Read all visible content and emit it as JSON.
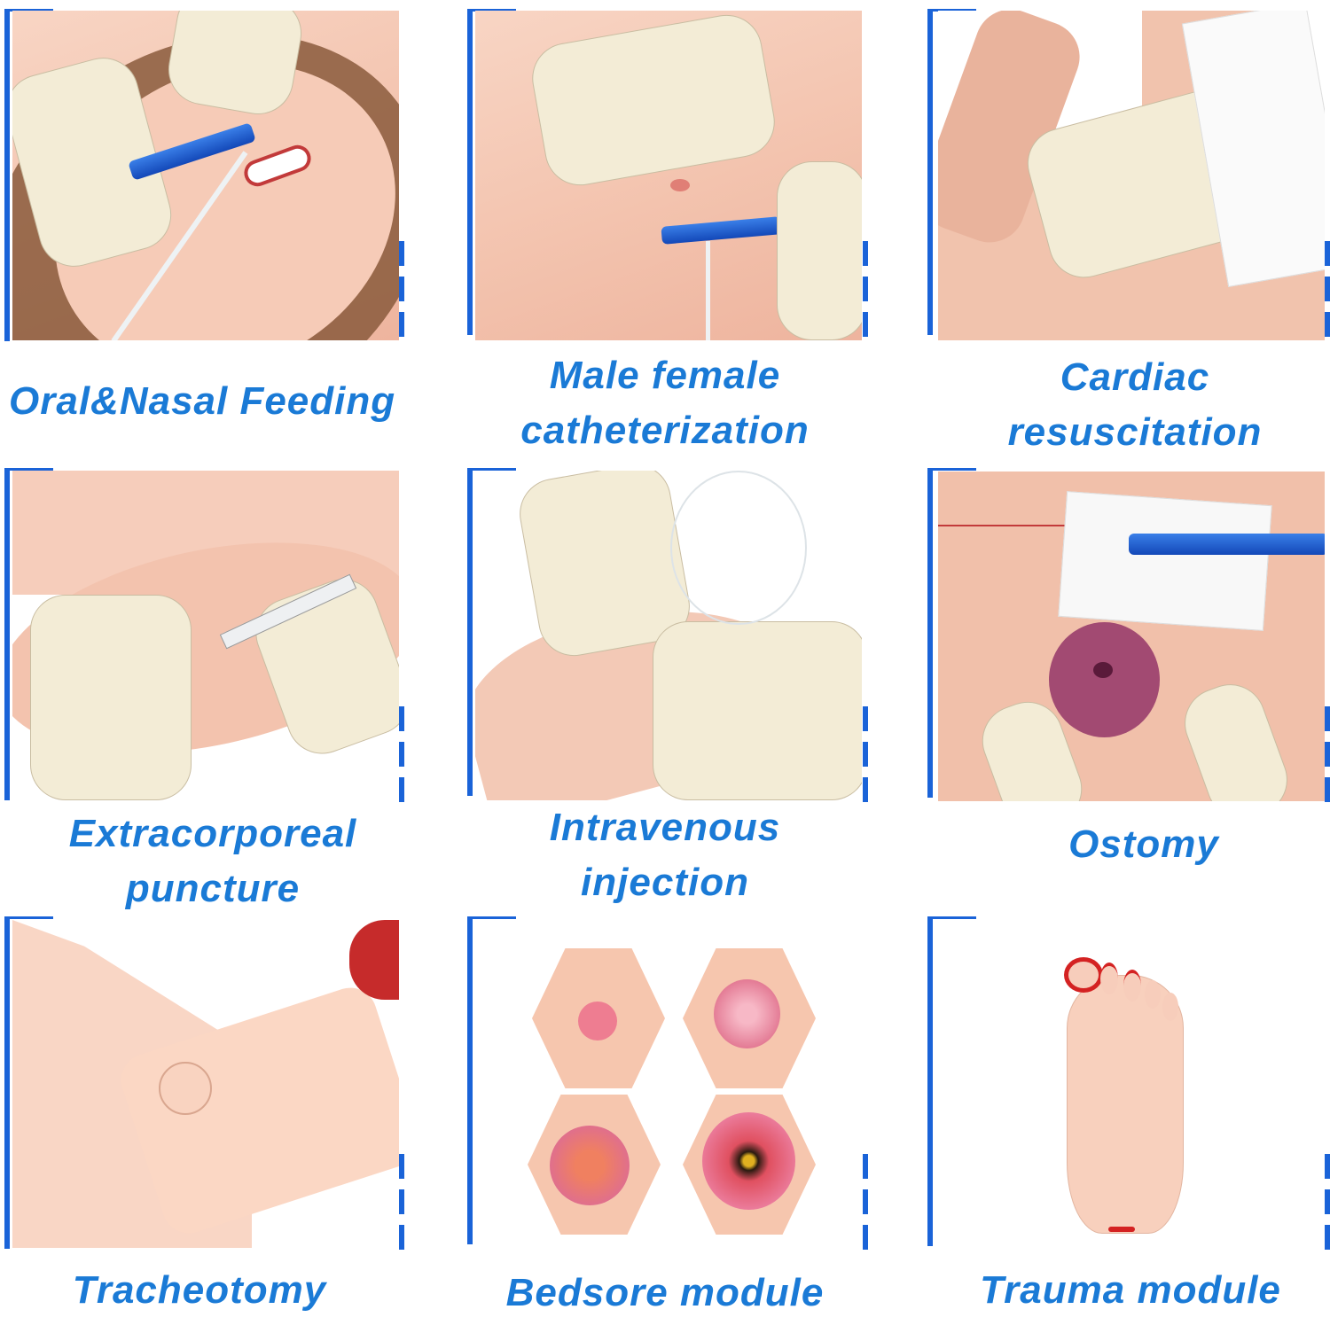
{
  "grid": {
    "accent_color": "#1a63d8",
    "caption_color": "#1a7ad6",
    "cells": [
      {
        "id": "oral-nasal-feeding",
        "caption": [
          "Oral&Nasal Feeding"
        ],
        "illustration": "mannequin face with nasal feeding tube, gloved hands, blue syringe"
      },
      {
        "id": "catheterization",
        "caption": [
          "Male female",
          "catheterization"
        ],
        "illustration": "mannequin pelvis with catheter, gloved hands, blue forceps"
      },
      {
        "id": "cardiac-resuscitation",
        "caption": [
          "Cardiac",
          "resuscitation"
        ],
        "illustration": "chest compression with gloved hands on mannequin torso"
      },
      {
        "id": "extracorporeal-puncture",
        "caption": [
          "Extracorporeal",
          "puncture"
        ],
        "illustration": "syringe injection into mannequin thigh"
      },
      {
        "id": "intravenous-injection",
        "caption": [
          "Intravenous",
          "injection"
        ],
        "illustration": "IV needle insertion into mannequin hand"
      },
      {
        "id": "ostomy",
        "caption": [
          "Ostomy"
        ],
        "illustration": "stoma on mannequin abdomen with gauze and blue forceps, sutured incision"
      },
      {
        "id": "tracheotomy",
        "caption": [
          "Tracheotomy"
        ],
        "illustration": "mannequin neck with tracheotomy insert"
      },
      {
        "id": "bedsore-module",
        "caption": [
          "Bedsore module"
        ],
        "illustration": "four hexagonal bedsore stage modules"
      },
      {
        "id": "trauma-module",
        "caption": [
          "Trauma module"
        ],
        "illustration": "mannequin foot with trauma wounds on toes and heel"
      }
    ]
  }
}
